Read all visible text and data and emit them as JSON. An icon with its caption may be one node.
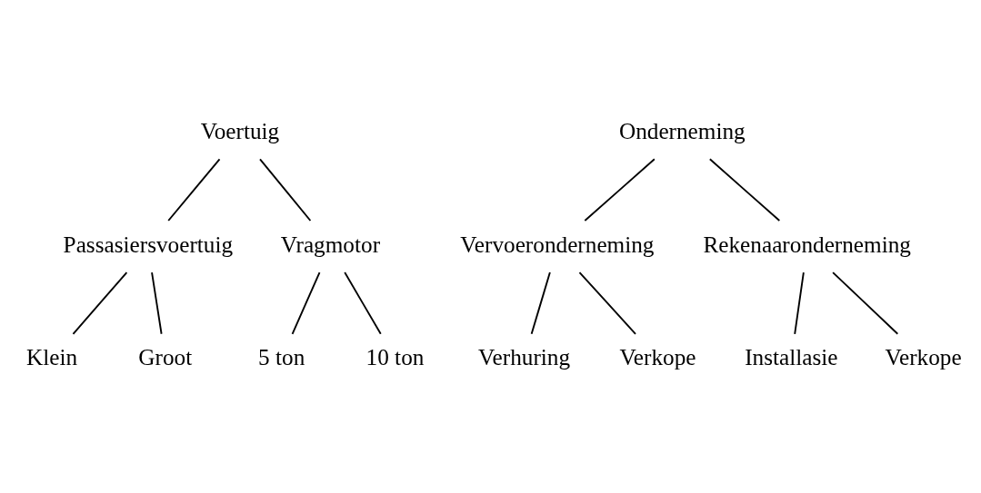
{
  "diagram": {
    "nodes": [
      {
        "text": [
          "Voertuig"
        ]
      },
      {
        "text": [
          "Onderneming"
        ]
      },
      {
        "text": [
          "Passasiersvoertuig"
        ]
      },
      {
        "text": [
          "Vragmotor"
        ]
      },
      {
        "text": [
          "Vervoeronderneming"
        ]
      },
      {
        "text": [
          "Rekenaaronderneming"
        ]
      },
      {
        "text": [
          "Klein"
        ]
      },
      {
        "text": [
          "Groot"
        ]
      },
      {
        "text": [
          "5 ton"
        ]
      },
      {
        "text": [
          "10 ton"
        ]
      },
      {
        "text": [
          "Verhuring"
        ]
      },
      {
        "text": [
          "Verkope"
        ]
      },
      {
        "text": [
          "Installasie"
        ]
      },
      {
        "text": [
          "Verkope"
        ]
      }
    ],
    "edges": [
      {
        "from": 0,
        "to": 2,
        "arrow": "none"
      },
      {
        "from": 0,
        "to": 3,
        "arrow": "none"
      },
      {
        "from": 1,
        "to": 4,
        "arrow": "none"
      },
      {
        "from": 1,
        "to": 5,
        "arrow": "none"
      },
      {
        "from": 2,
        "to": 6,
        "arrow": "none"
      },
      {
        "from": 2,
        "to": 7,
        "arrow": "none"
      },
      {
        "from": 3,
        "to": 8,
        "arrow": "none"
      },
      {
        "from": 3,
        "to": 9,
        "arrow": "none"
      },
      {
        "from": 4,
        "to": 10,
        "arrow": "none"
      },
      {
        "from": 4,
        "to": 11,
        "arrow": "none"
      },
      {
        "from": 5,
        "to": 12,
        "arrow": "none"
      },
      {
        "from": 5,
        "to": 13,
        "arrow": "none"
      }
    ]
  }
}
